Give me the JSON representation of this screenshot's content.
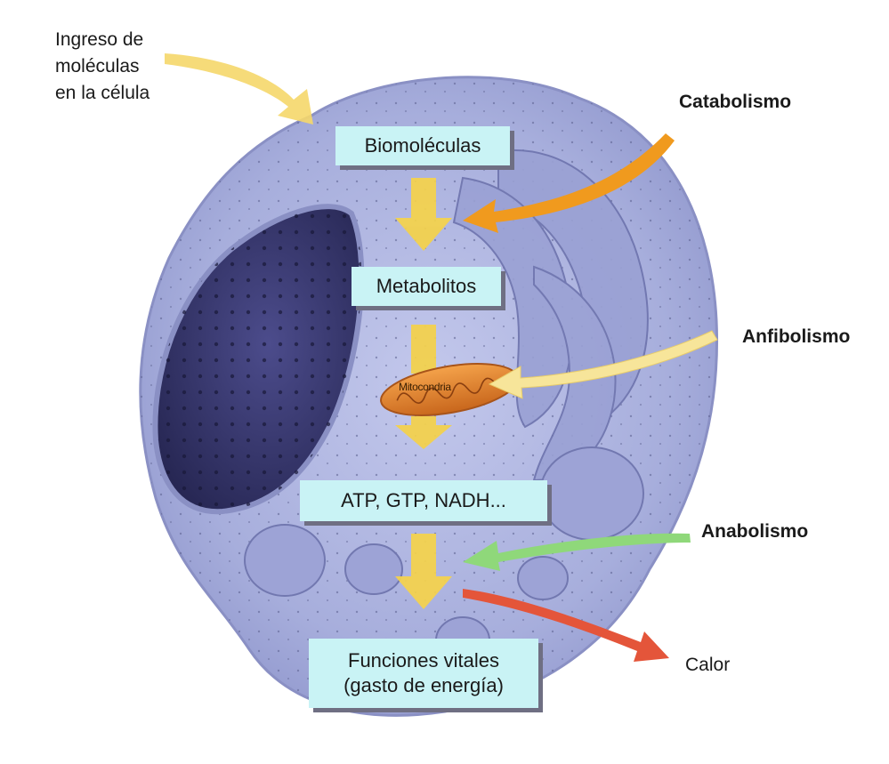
{
  "labels": {
    "input": [
      "Ingreso de",
      "moléculas",
      "en la célula"
    ],
    "catabolism": "Catabolismo",
    "amphibolism": "Anfibolismo",
    "anabolism": "Anabolismo",
    "heat": "Calor"
  },
  "boxes": {
    "biomolecules": "Biomoléculas",
    "metabolites": "Metabolitos",
    "energy": "ATP, GTP, NADH...",
    "functions": [
      "Funciones vitales",
      "(gasto de energía)"
    ]
  },
  "mitochondria": "Mitocondria",
  "colors": {
    "cell": "#aab1dd",
    "nucleus": "#3d3d7a",
    "box": "#c9f3f5",
    "flow_arrow": "#f5d24a",
    "catabolism": "#f09a1e",
    "amphibolism": "#f7e59a",
    "anabolism": "#8fd87a",
    "heat": "#e4553a",
    "input": "#f5d76a"
  }
}
